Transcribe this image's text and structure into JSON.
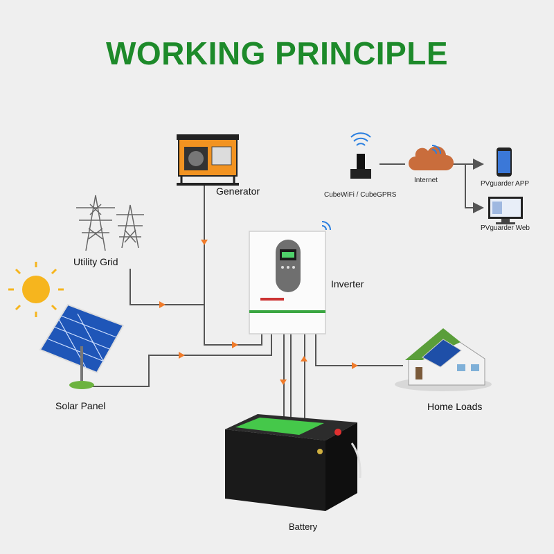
{
  "title": "WORKING PRINCIPLE",
  "labels": {
    "generator": "Generator",
    "utility_grid": "Utility Grid",
    "solar_panel": "Solar Panel",
    "inverter": "Inverter",
    "home_loads": "Home Loads",
    "battery": "Battery",
    "cubewifi": "CubeWiFi / CubeGPRS",
    "internet": "Internet",
    "app": "PVguarder APP",
    "web": "PVguarder Web"
  },
  "colors": {
    "title_green": "#1d8a2a",
    "flow_arrow": "#f07b2a",
    "wire": "#555555"
  },
  "icons": [
    "generator-icon",
    "utility-tower-icon",
    "sun-icon",
    "solar-panel-icon",
    "inverter-icon",
    "battery-icon",
    "house-icon",
    "wifi-dongle-icon",
    "cloud-icon",
    "phone-icon",
    "monitor-icon"
  ]
}
